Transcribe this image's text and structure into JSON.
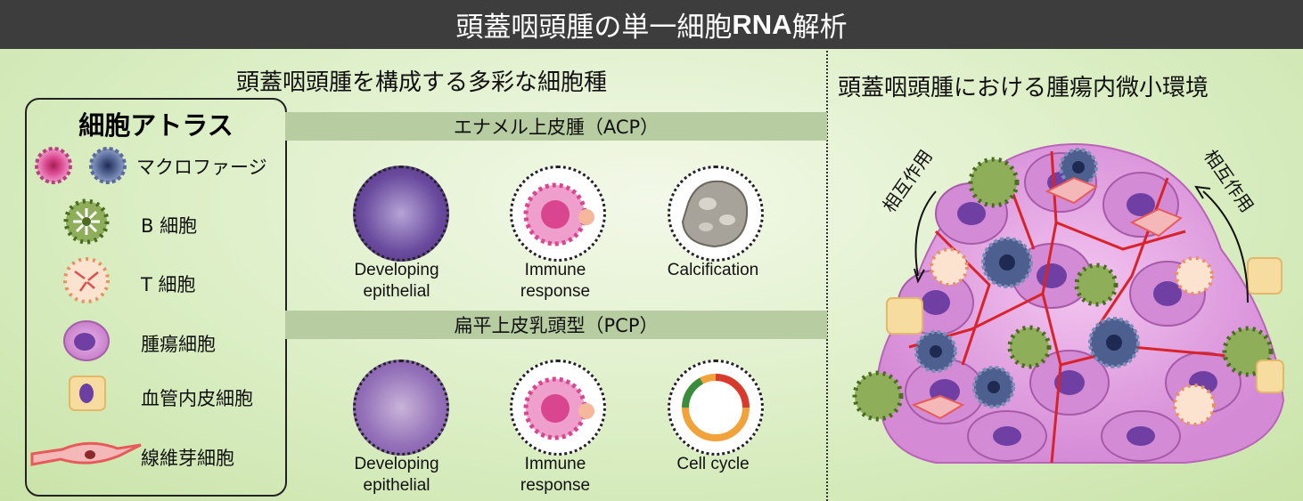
{
  "title": {
    "prefix": "頭蓋咽頭腫の単一細胞 ",
    "bold": "RNA",
    "suffix": " 解析"
  },
  "left_heading": "頭蓋咽頭腫を構成する多彩な細胞種",
  "right_heading": "頭蓋咽頭腫における腫瘍内微小環境",
  "atlas": {
    "title": "細胞アトラス",
    "items": [
      "マクロファージ",
      "B 細胞",
      "T 細胞",
      "腫瘍細胞",
      "血管内皮細胞",
      "線維芽細胞"
    ]
  },
  "acp": {
    "label": "エナメル上皮腫（ACP）",
    "panels": [
      "Developing\nepithelial",
      "Immune\nresponse",
      "Calcification"
    ]
  },
  "pcp": {
    "label": "扁平上皮乳頭型（PCP）",
    "panels": [
      "Developing\nepithelial",
      "Immune\nresponse",
      "Cell cycle"
    ]
  },
  "interaction_label": "相互作用",
  "colors": {
    "title_bar": "#3d3d3d",
    "macrophage_pink": "#d9468f",
    "macrophage_blue": "#4d5f8e",
    "b_cell": "#6b8f3a",
    "t_cell": "#f4c6a0",
    "tumor": "#d98ad8",
    "endothelial": "#f6d89a",
    "fibroblast": "#e65a5a",
    "vessel": "#d8232a"
  }
}
